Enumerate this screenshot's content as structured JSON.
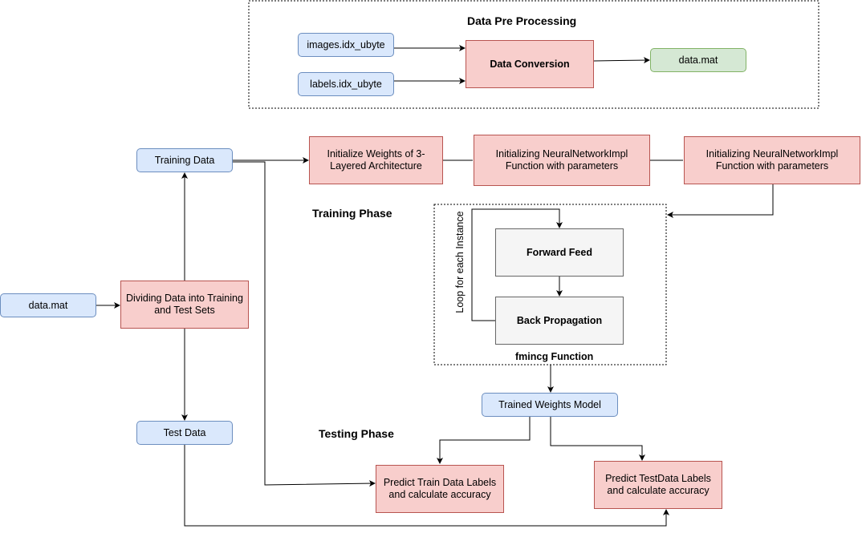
{
  "preprocessing": {
    "title": "Data Pre Processing",
    "images_file": "images.idx_ubyte",
    "labels_file": "labels.idx_ubyte",
    "conversion": "Data Conversion",
    "output": "data.mat"
  },
  "input": "data.mat",
  "dividing": "Dividing Data into Training and Test Sets",
  "training_data": "Training Data",
  "test_data": "Test Data",
  "init_weights": "Initialize Weights of 3-Layered Architecture",
  "init_nn_1": "Initializing NeuralNetworkImpl Function with parameters",
  "init_nn_2": "Initializing NeuralNetworkImpl Function with parameters",
  "training_phase": "Training Phase",
  "loop_label": "Loop for each Instance",
  "forward_feed": "Forward Feed",
  "back_propagation": "Back Propagation",
  "fmincg": "fmincg Function",
  "trained_model": "Trained Weights Model",
  "testing_phase": "Testing Phase",
  "predict_train": "Predict Train Data Labels and calculate accuracy",
  "predict_test": "Predict TestData Labels and calculate accuracy",
  "colors": {
    "blue_fill": "#dae8fc",
    "blue_stroke": "#6c8ebf",
    "red_fill": "#f8cecc",
    "red_stroke": "#b85450",
    "green_fill": "#d5e8d4",
    "green_stroke": "#82b366",
    "gray_fill": "#f5f5f5",
    "gray_stroke": "#666666"
  }
}
